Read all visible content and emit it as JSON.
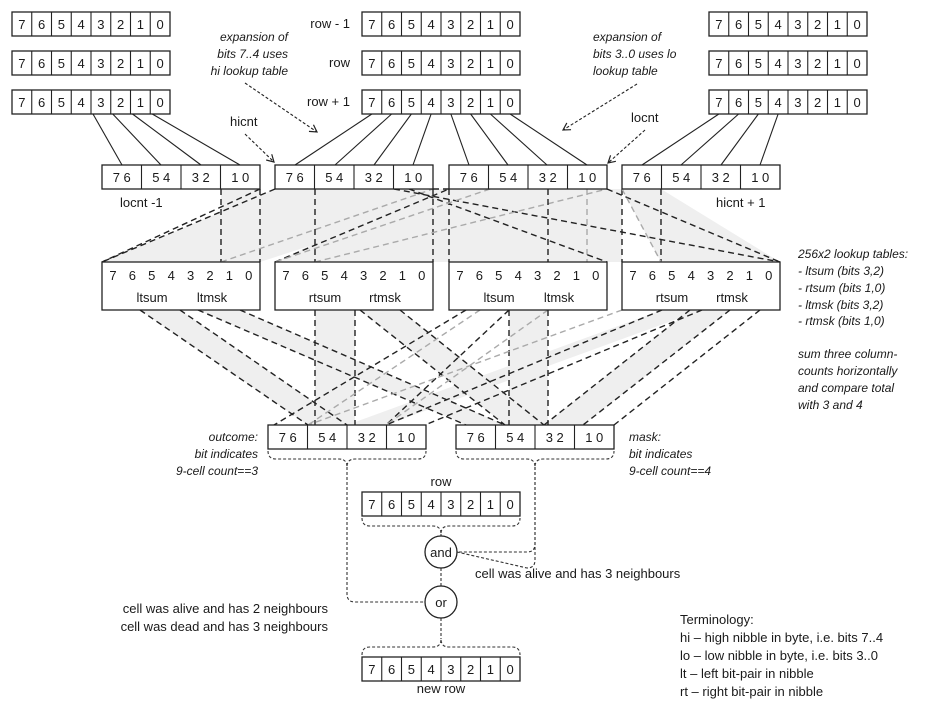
{
  "input_rows": {
    "bits": [
      "7",
      "6",
      "5",
      "4",
      "3",
      "2",
      "1",
      "0"
    ],
    "labels": [
      "row - 1",
      "row",
      "row + 1"
    ]
  },
  "annotations": {
    "hi_expansion": [
      "expansion of",
      "bits 7..4 uses",
      "hi  lookup table"
    ],
    "lo_expansion": [
      "expansion of",
      "bits 3..0 uses lo",
      "lookup table"
    ],
    "hicnt": "hicnt",
    "locnt": "locnt",
    "locnt_minus_1": "locnt -1",
    "hicnt_plus_1": "hicnt + 1",
    "lookup_tables": [
      "256x2  lookup tables:",
      "- ltsum (bits 3,2)",
      "- rtsum (bits 1,0)",
      "- ltmsk (bits 3,2)",
      "- rtmsk (bits 1,0)"
    ],
    "sum_note": [
      "sum three  column-",
      "counts horizontally",
      "and compare total",
      "with 3 and 4"
    ],
    "outcome": [
      "outcome:",
      "bit indicates",
      "9-cell count==3"
    ],
    "mask": [
      "mask:",
      "bit indicates",
      "9-cell count==4"
    ],
    "row_label": "row",
    "and_label": "and",
    "or_label": "or",
    "alive3": "cell was alive and has 3 neighbours",
    "alive2": "cell was alive and has 2 neighbours",
    "dead3": "cell was dead and has 3 neighbours",
    "new_row": "new row"
  },
  "count_boxes": {
    "pairs": [
      "7  6",
      "5  4",
      "3  2",
      "1  0"
    ]
  },
  "lookup_boxes": [
    {
      "left": "ltsum",
      "right": "ltmsk"
    },
    {
      "left": "rtsum",
      "right": "rtmsk"
    },
    {
      "left": "ltsum",
      "right": "ltmsk"
    },
    {
      "left": "rtsum",
      "right": "rtmsk"
    }
  ],
  "terminology": {
    "title": "Terminology:",
    "items": [
      "hi – high nibble in byte, i.e. bits 7..4",
      "lo – low nibble in byte, i.e. bits 3..0",
      "lt – left bit-pair in nibble",
      "rt – right bit-pair in nibble"
    ]
  }
}
